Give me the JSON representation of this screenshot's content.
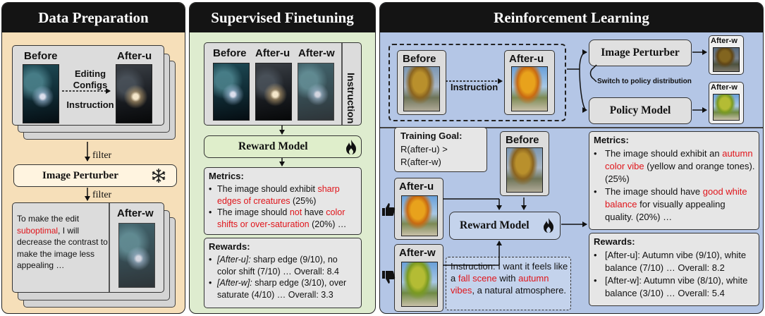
{
  "data_prep": {
    "title": "Data Preparation",
    "before_label": "Before",
    "after_u_label": "After-u",
    "editing_configs": "Editing\nConfigs",
    "instruction_label": "Instruction",
    "filter_top": "filter",
    "perturber_label": "Image Perturber",
    "filter_bottom": "filter",
    "suboptimal_pre": "To make the edit ",
    "suboptimal_red": "suboptimal",
    "suboptimal_post": ", I will decrease the contrast to make the image less appealing …",
    "after_w_label": "After-w"
  },
  "sft": {
    "title": "Supervised Finetuning",
    "before_label": "Before",
    "after_u_label": "After-u",
    "after_w_label": "After-w",
    "instruction_label": "Instruction",
    "reward_model_label": "Reward Model",
    "metrics_title": "Metrics:",
    "metric1_pre": "The image should exhibit ",
    "metric1_red": "sharp edges of creatures",
    "metric1_post": " (25%)",
    "metric2_pre": "The image should ",
    "metric2_red1": "not",
    "metric2_mid": " have ",
    "metric2_red2": "color shifts or over-saturation",
    "metric2_post": " (20%) …",
    "rewards_title": "Rewards:",
    "reward1_tag": "[After-u]:",
    "reward1_text": " sharp edge (9/10), no color shift (7/10) … Overall: 8.4",
    "reward2_tag": "[After-w]:",
    "reward2_text": " sharp edge (3/10), over saturate (4/10) … Overall: 3.3"
  },
  "rl": {
    "title": "Reinforcement Learning",
    "before_label": "Before",
    "after_u_label": "After-u",
    "instruction_label": "Instruction",
    "perturber_label": "Image Perturber",
    "policy_label": "Policy Model",
    "switch_label": "Switch to policy distribution",
    "after_w_label_top": "After-w",
    "after_w_label_bottom": "After-w",
    "training_goal_title": "Training Goal:",
    "training_goal_text": "R(after-u) >\nR(after-w)",
    "before2_label": "Before",
    "after_u2_label": "After-u",
    "after_w2_label": "After-w",
    "reward_model_label": "Reward Model",
    "instr_pre": "Instruction: I want it feels like a ",
    "instr_red1": "fall scene",
    "instr_mid": " with ",
    "instr_red2": "autumn vibes",
    "instr_post": ", a natural atmosphere.",
    "metrics_title": "Metrics:",
    "metric1_pre": "The image should exhibit an ",
    "metric1_red": "autumn color vibe",
    "metric1_post": " (yellow and orange tones). (25%)",
    "metric2_pre": "The image should have ",
    "metric2_red": "good white balance",
    "metric2_post": " for visually appealing quality. (20%) …",
    "rewards_title": "Rewards:",
    "reward1": "[After-u]: Autumn vibe (9/10), white balance (7/10) … Overall: 8.2",
    "reward2": "[After-w]: Autumn vibe (8/10), white balance (3/10) … Overall: 5.4"
  },
  "colors": {
    "header": "#141414",
    "panel1": "#f6dfb9",
    "panel2": "#deeccf",
    "panel3": "#b4c6e6",
    "highlight": "#e0141a"
  },
  "icons": [
    "snowflake-icon",
    "fire-icon",
    "thumbs-up-icon",
    "thumbs-down-icon"
  ]
}
